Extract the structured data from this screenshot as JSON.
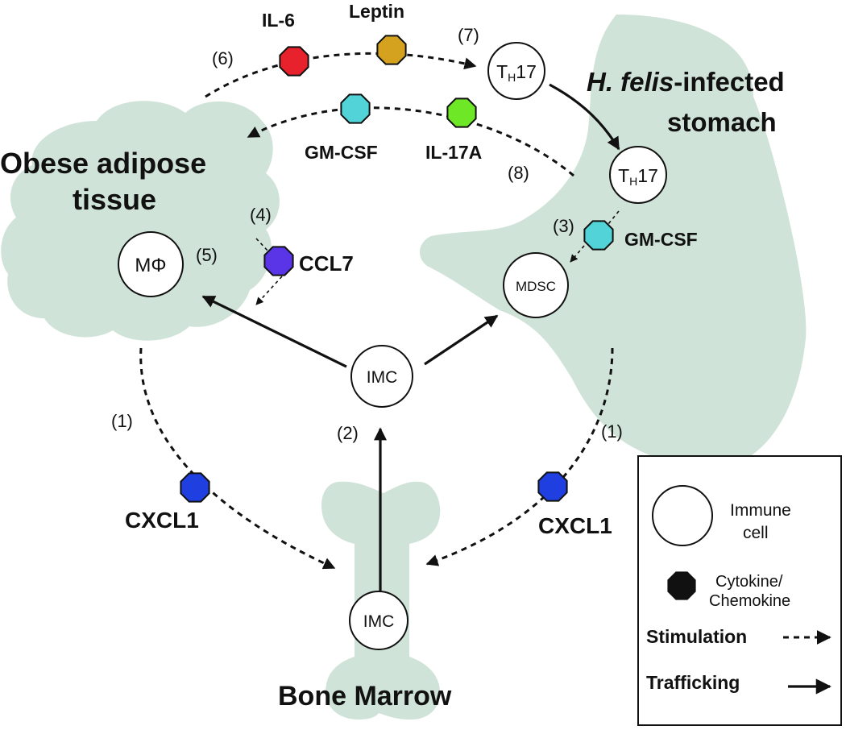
{
  "labels": {
    "adipose_line1": "Obese adipose",
    "adipose_line2": "tissue",
    "stomach_italic": "H. felis",
    "stomach_rest": "-infected",
    "stomach_line2": "stomach",
    "bone_marrow": "Bone Marrow"
  },
  "cells": {
    "th17_top_main": "T",
    "th17_top_sub": "H",
    "th17_top_num": "17",
    "th17_stomach_main": "T",
    "th17_stomach_sub": "H",
    "th17_stomach_num": "17",
    "macrophage": "MΦ",
    "mdsc": "MDSC",
    "imc_center": "IMC",
    "imc_bone": "IMC"
  },
  "cytokines": {
    "il6": {
      "label": "IL-6",
      "color": "#e8222c"
    },
    "leptin": {
      "label": "Leptin",
      "color": "#d4a21f"
    },
    "gmcsf_top": {
      "label": "GM-CSF",
      "color": "#52d3d8"
    },
    "il17a": {
      "label": "IL-17A",
      "color": "#6ee826"
    },
    "ccl7": {
      "label": "CCL7",
      "color": "#5a35e8"
    },
    "gmcsf_stomach": {
      "label": "GM-CSF",
      "color": "#52d3d8"
    },
    "cxcl1_left": {
      "label": "CXCL1",
      "color": "#1f3fe0"
    },
    "cxcl1_right": {
      "label": "CXCL1",
      "color": "#1f3fe0"
    }
  },
  "step_numbers": {
    "s1_left": "(1)",
    "s1_right": "(1)",
    "s2": "(2)",
    "s3": "(3)",
    "s4": "(4)",
    "s5": "(5)",
    "s6": "(6)",
    "s7": "(7)",
    "s8": "(8)"
  },
  "legend": {
    "immune_line1": "Immune",
    "immune_line2": "cell",
    "cytokine_line1": "Cytokine/",
    "cytokine_line2": "Chemokine",
    "stimulation": "Stimulation",
    "trafficking": "Trafficking"
  },
  "colors": {
    "tissue": "#cfe3d8"
  }
}
